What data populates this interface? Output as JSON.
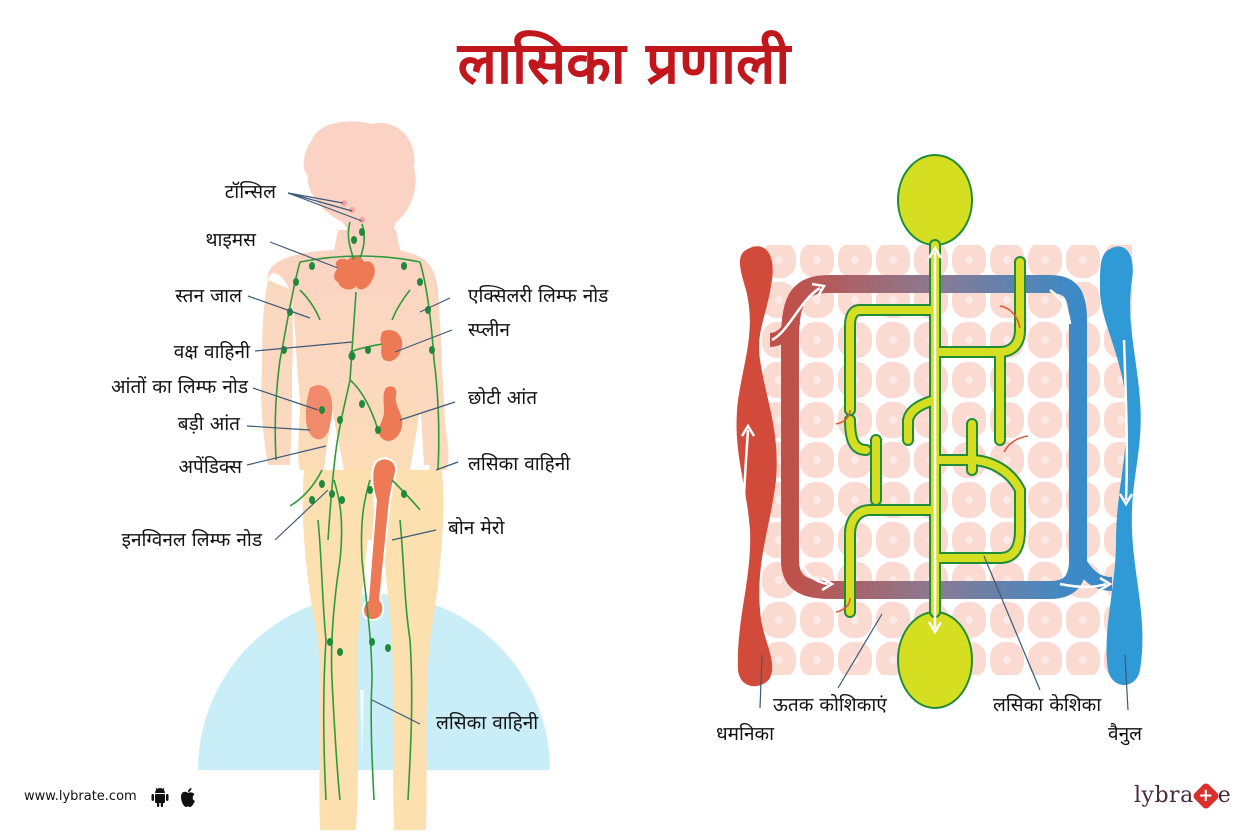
{
  "title": {
    "text": "लासिका प्रणाली",
    "color": "#c0161c"
  },
  "colors": {
    "skin_upper": "#fbd3c4",
    "skin_lower": "#fce0b0",
    "lymph_green": "#2f9a3a",
    "organ": "#ee7a55",
    "semicircle": "#c9eef8",
    "artery": "#d24a3a",
    "vein": "#2f9ad6",
    "lymph_fill": "#d6de22",
    "lymph_edge": "#1f8c3a",
    "tissue": "#fbd6cc",
    "leader_line": "#3a5a78"
  },
  "body_diagram": {
    "labels_left": [
      {
        "id": "tonsil",
        "text": "टॉन्सिल"
      },
      {
        "id": "thymus",
        "text": "थाइमस"
      },
      {
        "id": "breast-plexus",
        "text": "स्तन जाल"
      },
      {
        "id": "thoracic-duct",
        "text": "वक्ष वाहिनी"
      },
      {
        "id": "intestinal-lymph-node",
        "text": "आंतों का लिम्फ नोड"
      },
      {
        "id": "large-intestine",
        "text": "बड़ी आंत"
      },
      {
        "id": "appendix",
        "text": "अपेंडिक्स"
      },
      {
        "id": "inguinal-lymph-node",
        "text": "इनग्विनल लिम्फ नोड"
      }
    ],
    "labels_right": [
      {
        "id": "axillary-lymph-node",
        "text": "एक्सिलरी लिम्फ नोड"
      },
      {
        "id": "spleen",
        "text": "स्प्लीन"
      },
      {
        "id": "small-intestine",
        "text": "छोटी आंत"
      },
      {
        "id": "lymph-vessel-upper",
        "text": "लसिका वाहिनी"
      },
      {
        "id": "bone-marrow",
        "text": "बोन मेरो"
      },
      {
        "id": "lymph-vessel-lower",
        "text": "लसिका वाहिनी"
      }
    ]
  },
  "capillary_diagram": {
    "labels": [
      {
        "id": "artery",
        "text": "धमनिका"
      },
      {
        "id": "tissue-cells",
        "text": "ऊतक कोशिकाएं"
      },
      {
        "id": "lymph-capillary",
        "text": "लसिका केशिका"
      },
      {
        "id": "venule",
        "text": "वैनुल"
      }
    ]
  },
  "footer": {
    "url": "www.lybrate.com",
    "icons": [
      "android-icon",
      "apple-icon"
    ],
    "brand_left": "lybra",
    "brand_plus": "+",
    "brand_right": "e"
  }
}
